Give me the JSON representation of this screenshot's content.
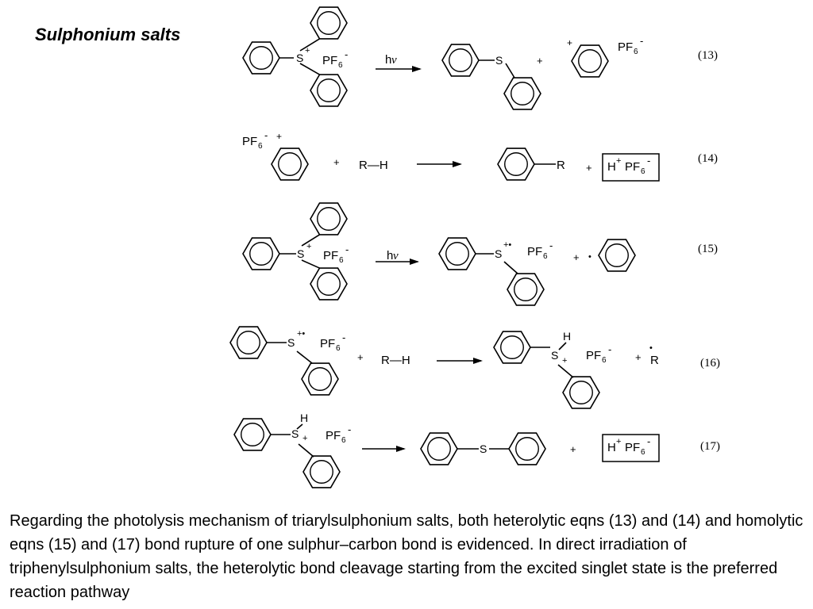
{
  "title": "Sulphonium salts",
  "labels": {
    "s": "S",
    "plus": "+",
    "plus_dot": "+•",
    "dot": "•",
    "minus": "-",
    "pf": "PF",
    "six": "6",
    "h": "H",
    "rh": "R—H",
    "r": "R",
    "hv_h": "h",
    "hv_nu": "ν"
  },
  "equations": [
    "(13)",
    "(14)",
    "(15)",
    "(16)",
    "(17)"
  ],
  "caption": "Regarding the photolysis mechanism of triarylsulphonium salts, both heterolytic eqns (13) and (14) and homolytic eqns (15) and (17) bond rupture of one sulphur–carbon bond is evidenced. In direct irradiation of triphenylsulphonium salts, the heterolytic bond cleavage starting from the excited singlet state is the preferred reaction pathway"
}
